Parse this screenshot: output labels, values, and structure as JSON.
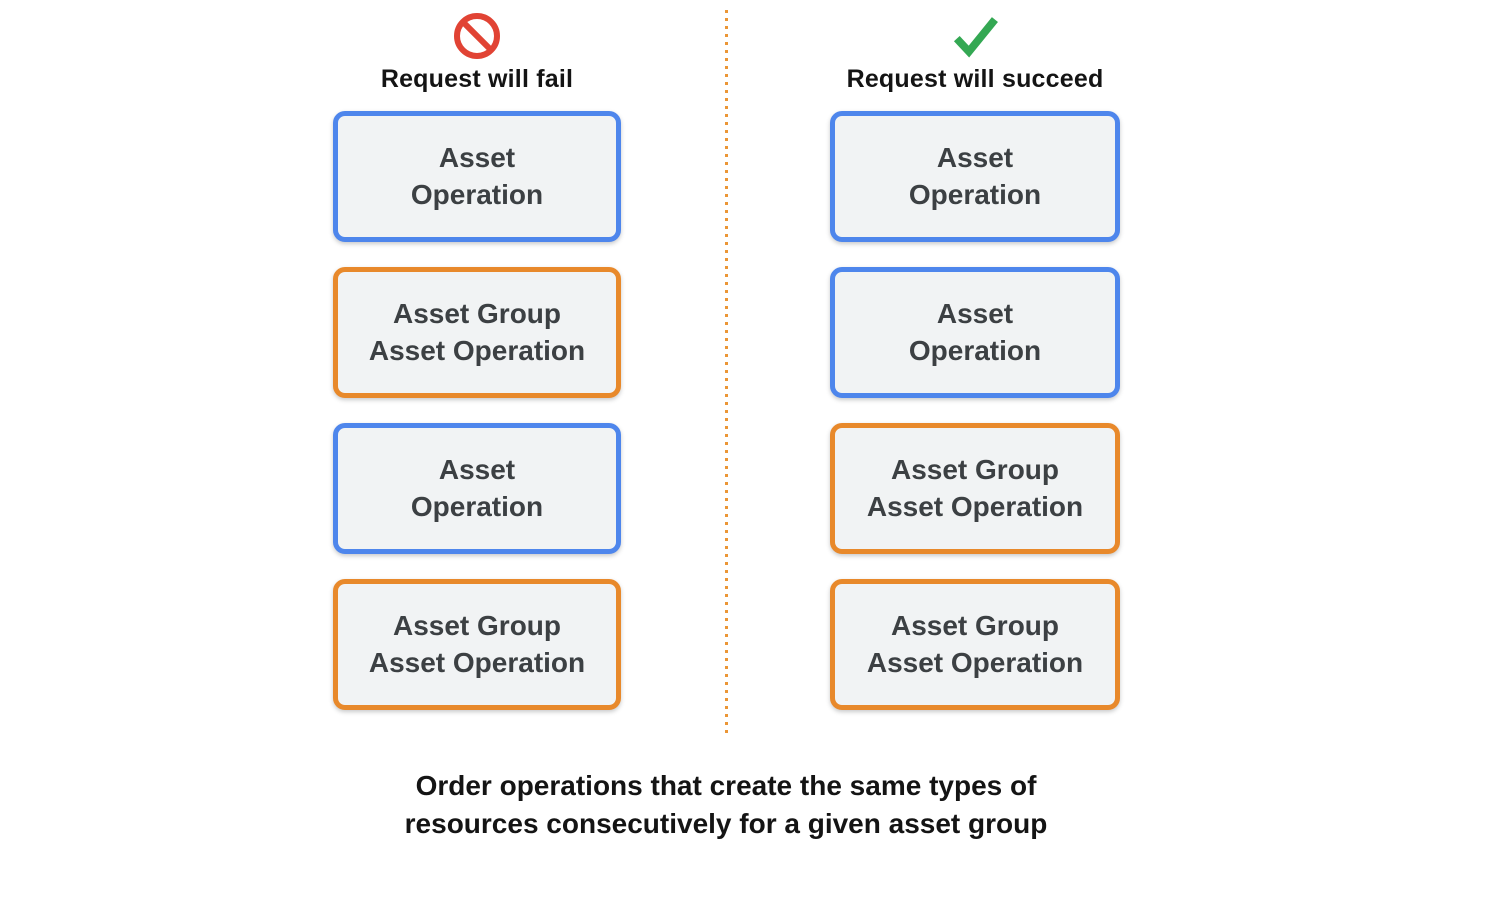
{
  "colors": {
    "blue_border": "#4e86ec",
    "orange_border": "#e8892b",
    "box_fill": "#f1f3f4",
    "box_text": "#3c4043",
    "heading_text": "#141414",
    "fail_icon_red": "#e14334",
    "success_icon_green": "#34a853",
    "divider_orange": "#eb9636"
  },
  "columns": [
    {
      "id": "fail",
      "icon": "prohibition-icon",
      "heading": "Request will fail",
      "boxes": [
        {
          "type": "blue",
          "label": "Asset\nOperation"
        },
        {
          "type": "orange",
          "label": "Asset Group\nAsset Operation"
        },
        {
          "type": "blue",
          "label": "Asset\nOperation"
        },
        {
          "type": "orange",
          "label": "Asset Group\nAsset Operation"
        }
      ]
    },
    {
      "id": "succeed",
      "icon": "checkmark-icon",
      "heading": "Request will succeed",
      "boxes": [
        {
          "type": "blue",
          "label": "Asset\nOperation"
        },
        {
          "type": "blue",
          "label": "Asset\nOperation"
        },
        {
          "type": "orange",
          "label": "Asset Group\nAsset Operation"
        },
        {
          "type": "orange",
          "label": "Asset Group\nAsset Operation"
        }
      ]
    }
  ],
  "caption": {
    "line1": "Order operations that create the same types of",
    "line2": "resources consecutively for a given asset group"
  }
}
